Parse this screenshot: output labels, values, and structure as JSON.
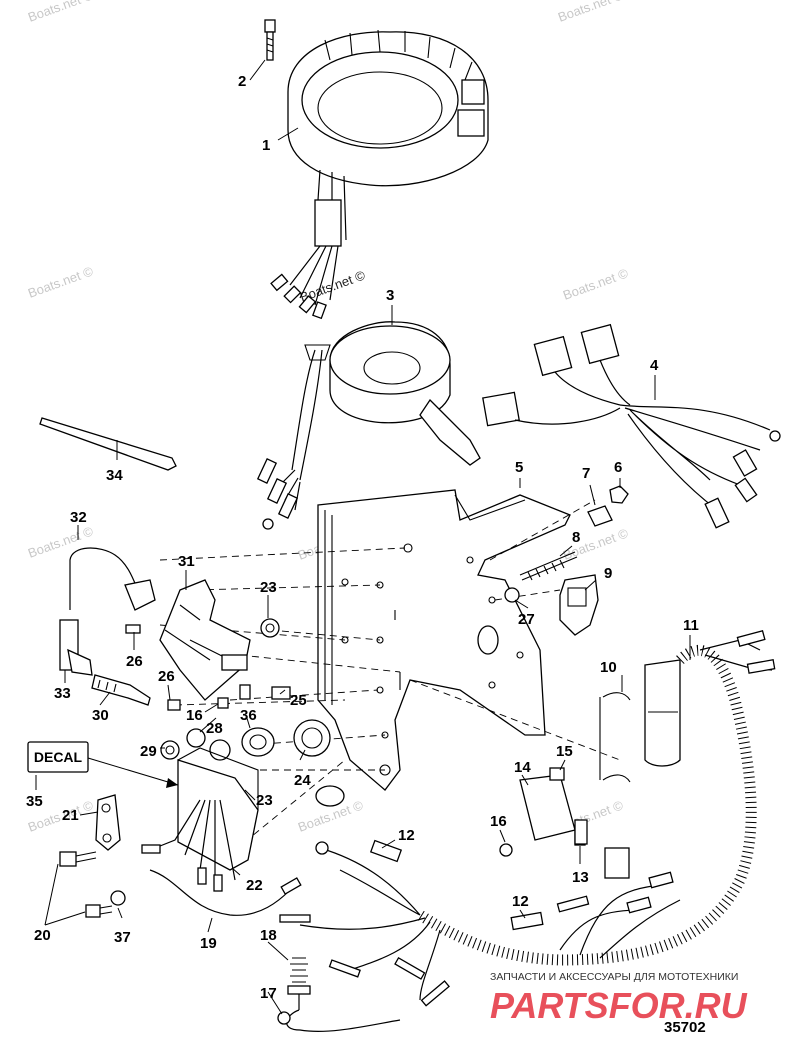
{
  "figure_number": "35702",
  "decal_label": "DECAL",
  "watermarks": [
    {
      "text": "Boats.net ©",
      "tone": "light"
    },
    {
      "text": "Boats.net ©",
      "tone": "light"
    },
    {
      "text": "Boats.net ©",
      "tone": "light"
    },
    {
      "text": "Boats.net ©",
      "tone": "light"
    },
    {
      "text": "Boats.net ©",
      "tone": "dark"
    },
    {
      "text": "Boats.net ©",
      "tone": "light"
    },
    {
      "text": "Boats.net ©",
      "tone": "light"
    },
    {
      "text": "Boats.net ©",
      "tone": "light"
    },
    {
      "text": "Boats.net ©",
      "tone": "light"
    },
    {
      "text": "Boats.net ©",
      "tone": "light"
    },
    {
      "text": "Boats.net ©",
      "tone": "light"
    }
  ],
  "shop": {
    "tagline": "ЗАПЧАСТИ И АКСЕССУАРЫ ДЛЯ МОТОТЕХНИКИ",
    "logo": "PARTSFOR.RU",
    "logo_color": "#e8505b"
  },
  "callouts": [
    "1",
    "2",
    "3",
    "4",
    "5",
    "6",
    "7",
    "8",
    "9",
    "10",
    "11",
    "12",
    "12",
    "13",
    "14",
    "15",
    "16",
    "16",
    "17",
    "18",
    "19",
    "20",
    "21",
    "22",
    "23",
    "23",
    "24",
    "25",
    "26",
    "26",
    "27",
    "28",
    "29",
    "30",
    "31",
    "32",
    "33",
    "34",
    "35",
    "36",
    "37"
  ]
}
